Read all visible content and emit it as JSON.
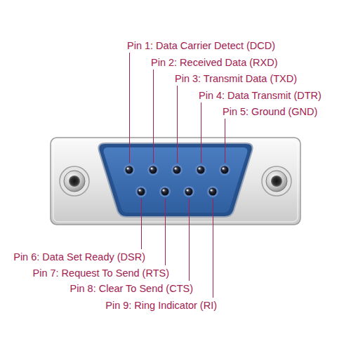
{
  "diagram": {
    "labels": [
      "Pin 1: Data Carrier Detect (DCD)",
      "Pin 2: Received Data (RXD)",
      "Pin 3: Transmit Data (TXD)",
      "Pin 4: Data Transmit (DTR)",
      "Pin 5: Ground (GND)",
      "Pin 6: Data Set Ready (DSR)",
      "Pin 7: Request To Send (RTS)",
      "Pin 8: Clear To Send (CTS)",
      "Pin 9: Ring Indicator (RI)"
    ]
  }
}
